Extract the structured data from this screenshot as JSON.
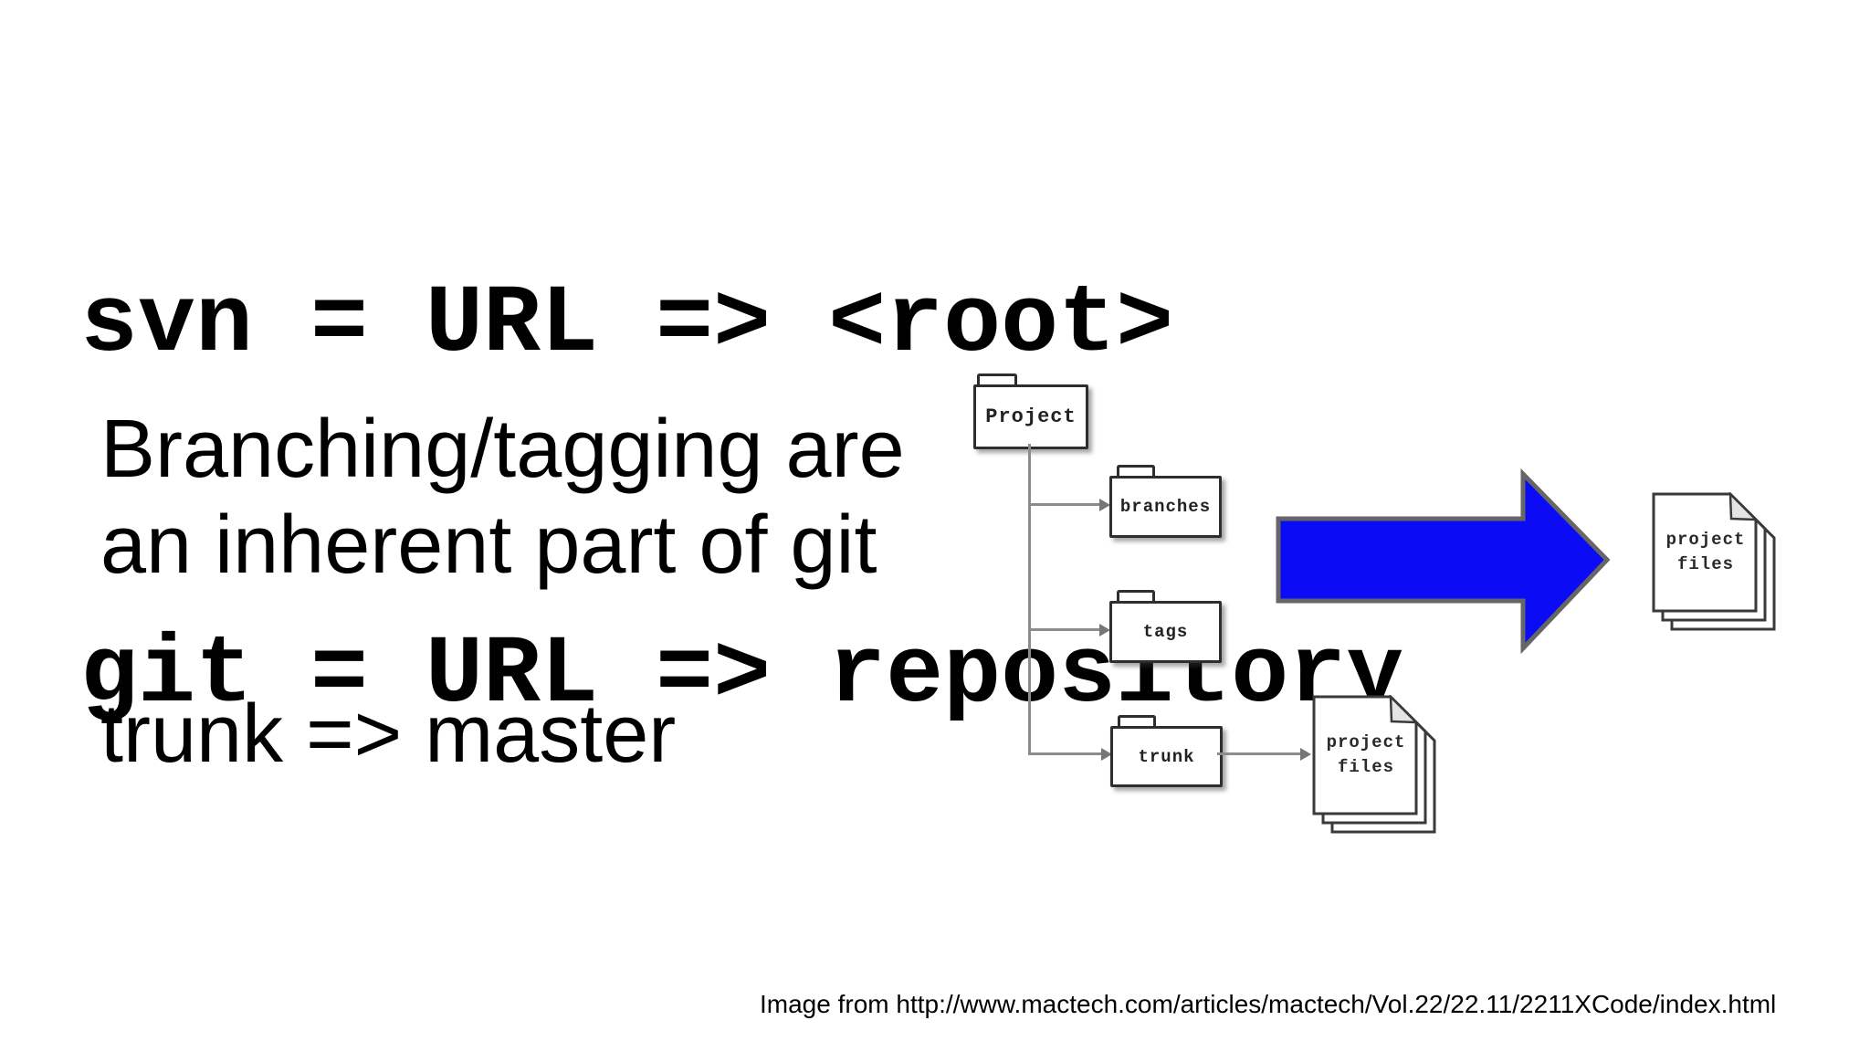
{
  "slide": {
    "background": "#ffffff",
    "code_block": {
      "lines": [
        "svn = URL => <root>",
        "git = URL => repository"
      ]
    },
    "notes": {
      "paragraph_lines": [
        "Branching/tagging are",
        "an inherent part of git"
      ],
      "mapping": "trunk => master"
    },
    "credit": "Image from http://www.mactech.com/articles/mactech/Vol.22/22.11/2211XCode/index.html"
  },
  "diagram": {
    "root_folder": {
      "label": "Project"
    },
    "child_folders": [
      {
        "label": "branches"
      },
      {
        "label": "tags"
      },
      {
        "label": "trunk"
      }
    ],
    "svn_files_doc": {
      "line1": "project",
      "line2": "files"
    },
    "git_repo_doc": {
      "line1": "project",
      "line2": "files"
    },
    "colors": {
      "arrow_fill": "#0b0bf5",
      "arrow_stroke": "#666666",
      "shape_stroke": "#2e2e2e",
      "connector": "#8c8c8c"
    }
  }
}
